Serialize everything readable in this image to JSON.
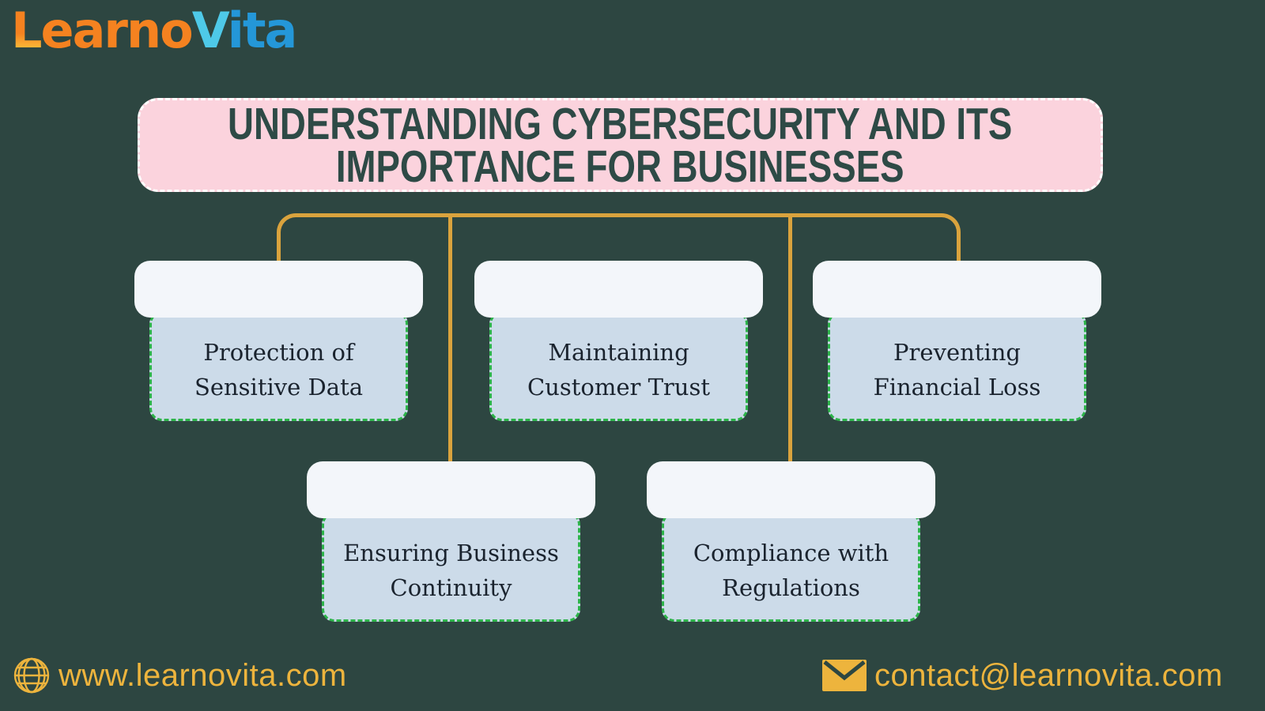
{
  "logo": {
    "l": "L",
    "earno": "earno",
    "v": "V",
    "ita": "ita"
  },
  "banner": {
    "line1": "UNDERSTANDING CYBERSECURITY AND ITS",
    "line2": "IMPORTANCE FOR BUSINESSES"
  },
  "diagram": {
    "boxes": [
      {
        "id": "protection-of-sensitive-data",
        "line1": "Protection of",
        "line2": "Sensitive Data"
      },
      {
        "id": "maintaining-customer-trust",
        "line1": "Maintaining",
        "line2": "Customer Trust"
      },
      {
        "id": "preventing-financial-loss",
        "line1": "Preventing",
        "line2": "Financial Loss"
      },
      {
        "id": "ensuring-business-continuity",
        "line1": "Ensuring Business",
        "line2": "Continuity"
      },
      {
        "id": "compliance-with-regulations",
        "line1": "Compliance with",
        "line2": "Regulations"
      }
    ]
  },
  "footer": {
    "website": "www.learnovita.com",
    "email": "contact@learnovita.com"
  },
  "icons": {
    "website": "globe-icon",
    "email": "mail-icon"
  },
  "colors": {
    "background": "#2d4641",
    "banner_bg": "#fbd3dd",
    "banner_border": "#ffffff",
    "banner_text": "#2e4a46",
    "connector": "#daa33d",
    "card_header_bg": "#f3f6fa",
    "card_body_bg": "#ccdbe9",
    "card_border_green": "#2db44a",
    "card_text": "#1a232e",
    "footer_accent": "#edb43d",
    "logo_orange": "#f58220",
    "logo_yellow": "#fdc33c",
    "logo_cyan": "#4ec9e8",
    "logo_blue": "#2497d8"
  }
}
